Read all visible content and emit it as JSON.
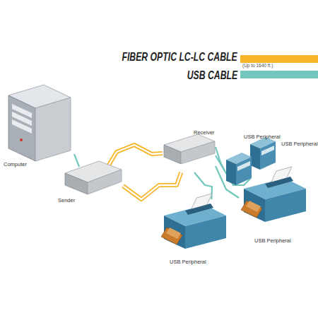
{
  "diagram": {
    "nodes": [
      {
        "text": [
          "Computer"
        ]
      },
      {
        "text": [
          "Sender"
        ]
      },
      {
        "text": [
          "Receiver"
        ]
      },
      {
        "text": [
          "USB Peripheral"
        ]
      },
      {
        "text": [
          "USB Peripheral"
        ]
      },
      {
        "text": [
          "USB Peripheral"
        ]
      },
      {
        "text": [
          "USB Peripheral"
        ]
      }
    ],
    "edges": [
      {
        "from": 0,
        "to": 1,
        "arrow": "none"
      },
      {
        "from": 1,
        "to": 2,
        "arrow": "none"
      },
      {
        "from": 1,
        "to": 2,
        "arrow": "none"
      },
      {
        "from": 2,
        "to": 3,
        "arrow": "none"
      },
      {
        "from": 2,
        "to": 4,
        "arrow": "none"
      },
      {
        "from": 2,
        "to": 5,
        "arrow": "none"
      },
      {
        "from": 2,
        "to": 6,
        "arrow": "none"
      }
    ],
    "labels": [
      "(Up to 1640 ft.)"
    ],
    "legend": [
      {
        "text": "FIBER OPTIC LC-LC CABLE",
        "color": "#f7b52c"
      },
      {
        "text": "USB CABLE",
        "color": "#72c7bd"
      }
    ]
  }
}
